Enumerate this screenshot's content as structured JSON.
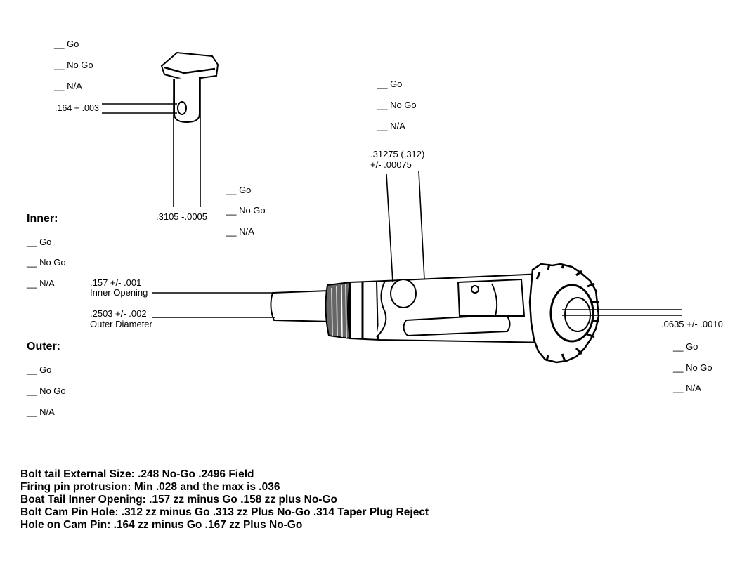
{
  "checklists": {
    "cam_pin": {
      "go": "__ Go",
      "nogo": "__ No Go",
      "na": "__ N/A"
    },
    "cam_pin_dia": {
      "go": "__ Go",
      "nogo": "__ No Go",
      "na": "__ N/A"
    },
    "cam_hole": {
      "go": "__ Go",
      "nogo": "__ No Go",
      "na": "__ N/A"
    },
    "inner": {
      "go": "__ Go",
      "nogo": "__ No Go",
      "na": "__ N/A"
    },
    "outer": {
      "go": "__ Go",
      "nogo": "__ No Go",
      "na": "__ N/A"
    },
    "firing_pin": {
      "go": "__ Go",
      "nogo": "__ No Go",
      "na": "__ N/A"
    }
  },
  "headings": {
    "inner": "Inner:",
    "outer": "Outer:"
  },
  "dims": {
    "pin_hole": ".164 + .003",
    "pin_dia": ".3105 -.0005",
    "cam_hole_line1": ".31275 (.312)",
    "cam_hole_line2": "+/- .00075",
    "inner_val": ".157 +/- .001",
    "inner_label": "Inner Opening",
    "outer_val": ".2503 +/- .002",
    "outer_label": "Outer Diameter",
    "protrusion": ".0635 +/- .0010"
  },
  "notes": [
    "Bolt tail External Size: .248 No-Go .2496 Field",
    "Firing pin protrusion: Min .028 and the max is .036",
    "Boat Tail Inner Opening: .157 zz minus Go .158 zz plus No-Go",
    "Bolt Cam Pin Hole: .312 zz minus Go .313 zz Plus No-Go .314 Taper Plug Reject",
    "Hole on Cam Pin: .164 zz minus Go .167 zz Plus No-Go"
  ]
}
